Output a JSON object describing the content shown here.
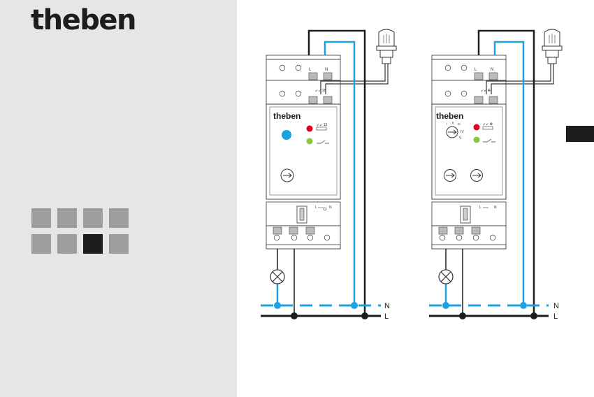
{
  "brand": {
    "name": "theben"
  },
  "sections": {
    "cells": [
      {
        "active": false
      },
      {
        "active": false
      },
      {
        "active": false
      },
      {
        "active": false
      },
      {
        "active": false
      },
      {
        "active": false
      },
      {
        "active": true
      },
      {
        "active": false
      }
    ]
  },
  "colors": {
    "wire_blue": "#1aa3e0",
    "wire_black": "#1d1d1b",
    "panel": "#e6e6e6",
    "cell": "#9d9d9d"
  },
  "diagram": {
    "device1": {
      "brand": "theben",
      "terminal_L": "L",
      "terminal_N": "N",
      "lux_label": "↙↙ 15",
      "bottom_L": "L",
      "bottom_N": "N"
    },
    "device2": {
      "brand": "theben",
      "terminal_L": "L",
      "terminal_N": "N",
      "lux_label": "↙↙ ✤",
      "dial_marks": [
        "I",
        "II",
        "III"
      ],
      "label_iv": "IV",
      "label_v": "V",
      "bottom_L": "L",
      "bottom_N": "N"
    },
    "line_labels": {
      "N": "N",
      "L": "L"
    }
  }
}
